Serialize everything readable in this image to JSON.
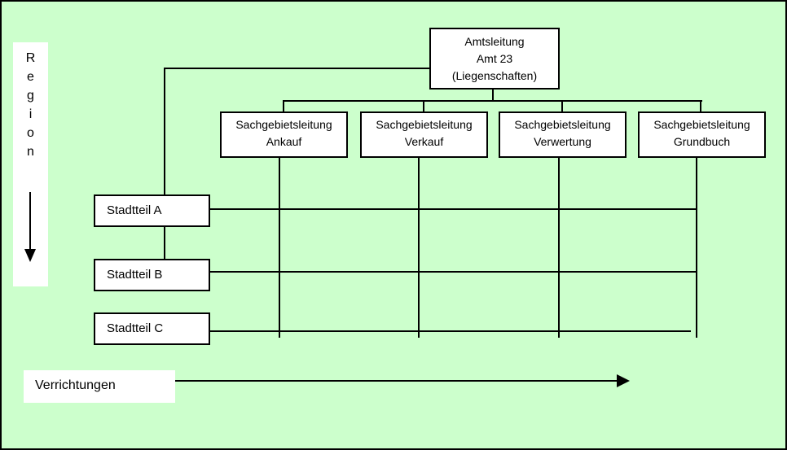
{
  "diagram": {
    "title_box": {
      "line1": "Amtsleitung",
      "line2": "Amt 23",
      "line3": "(Liegenschaften)"
    },
    "departments": [
      {
        "line1": "Sachgebietsleitung",
        "line2": "Ankauf"
      },
      {
        "line1": "Sachgebietsleitung",
        "line2": "Verkauf"
      },
      {
        "line1": "Sachgebietsleitung",
        "line2": "Verwertung"
      },
      {
        "line1": "Sachgebietsleitung",
        "line2": "Grundbuch"
      }
    ],
    "districts": [
      {
        "label": "Stadtteil A"
      },
      {
        "label": "Stadtteil B"
      },
      {
        "label": "Stadtteil C"
      }
    ],
    "axis_vertical": {
      "label": "Region",
      "letters": [
        "R",
        "e",
        "g",
        "i",
        "o",
        "n"
      ]
    },
    "axis_horizontal": {
      "label": "Verrichtungen"
    }
  },
  "colors": {
    "background": "#ccffcc",
    "box_fill": "#ffffff",
    "line": "#000000"
  }
}
